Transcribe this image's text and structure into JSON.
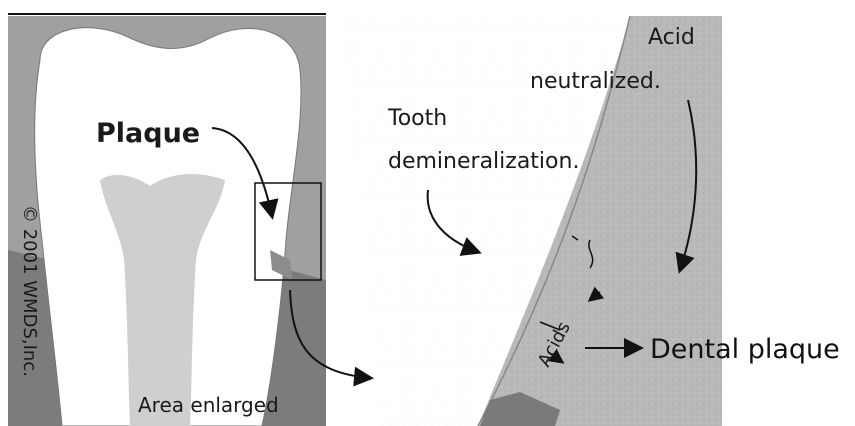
{
  "labels": {
    "plaque": "Plaque",
    "copyright": "© 2001 WMDS,Inc.",
    "area_enlarged": "Area enlarged",
    "tooth_demineralization_line1": "Tooth",
    "tooth_demineralization_line2": "demineralization.",
    "acid_neutralized_line1": "Acid",
    "acid_neutralized_line2": "neutralized.",
    "acids": "Acids",
    "dental_plaque": "Dental plaque"
  },
  "colors": {
    "enamel": "#ffffff",
    "gum_bg": "#9e9e9e",
    "pulp": "#d0d0d0",
    "plaque_region": "#b8b8b8",
    "gum_dark": "#7a7a7a",
    "ink": "#111111"
  }
}
